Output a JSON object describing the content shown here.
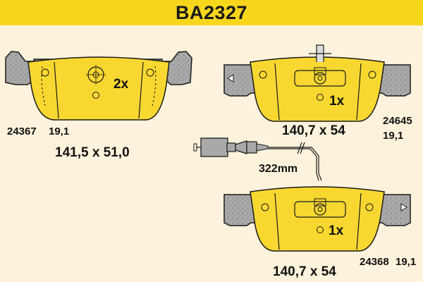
{
  "header": {
    "title": "BA2327"
  },
  "colors": {
    "banner": "#f8d61c",
    "pad_friction": "#f8d830",
    "backing_plate": "#a9a9a9",
    "background": "#fdf3dc",
    "outline": "#1a1a1a"
  },
  "pads": [
    {
      "part_no": "24367",
      "thickness": "19,1",
      "dimensions": "141,5 x 51,0",
      "quantity": "2x"
    },
    {
      "part_no": "24645",
      "thickness": "19,1",
      "dimensions": "140,7 x 54",
      "quantity": "1x"
    },
    {
      "part_no": "24368",
      "thickness": "19,1",
      "dimensions": "140,7 x 54",
      "quantity": "1x"
    }
  ],
  "wear_sensor": {
    "length": "322mm",
    "icon": "wear-sensor-cable-icon"
  }
}
